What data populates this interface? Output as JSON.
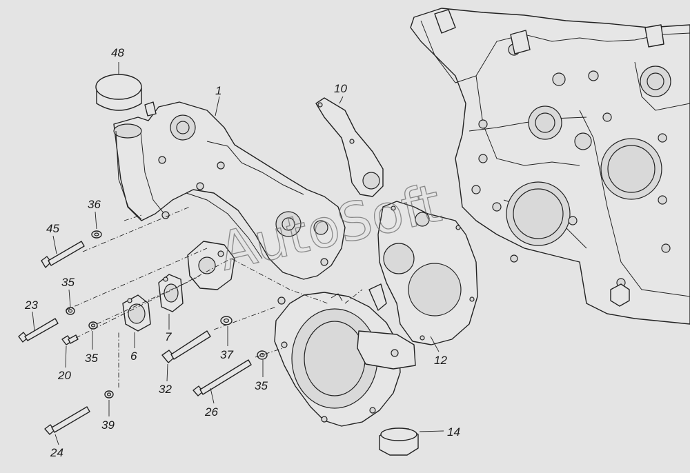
{
  "watermark": "AutoSoft",
  "callouts": {
    "c48": "48",
    "c1": "1",
    "c10": "10",
    "c36": "36",
    "c45": "45",
    "c35a": "35",
    "c23": "23",
    "c35b": "35",
    "c20": "20",
    "c6": "6",
    "c7": "7",
    "c37": "37",
    "c32": "32",
    "c35c": "35",
    "c12": "12",
    "c26": "26",
    "c39": "39",
    "c24": "24",
    "c14": "14"
  }
}
